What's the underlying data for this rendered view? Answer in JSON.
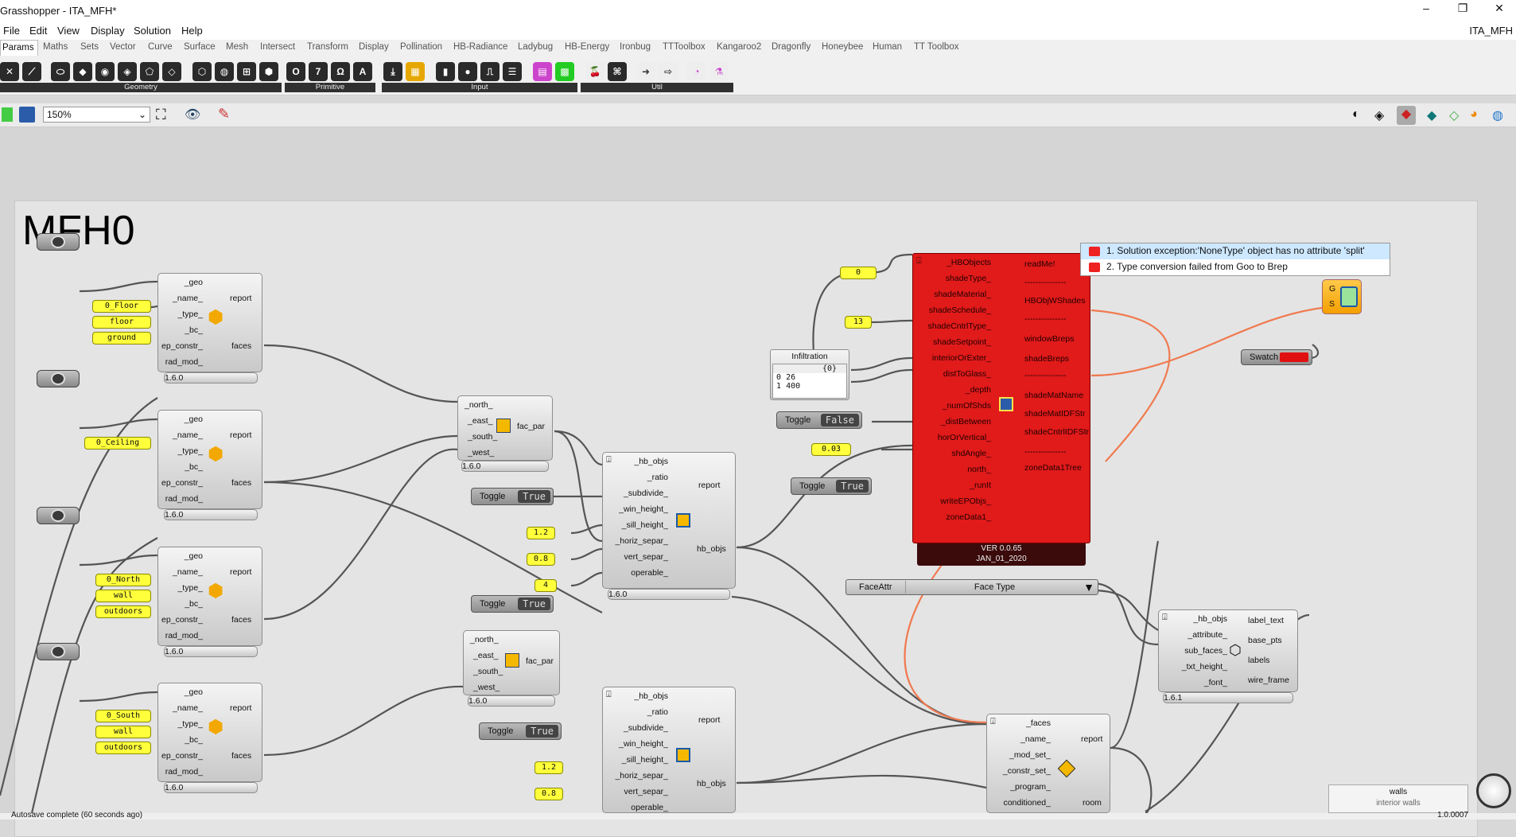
{
  "window": {
    "title": "Grasshopper - ITA_MFH*",
    "doc_name": "ITA_MFH",
    "controls": [
      "–",
      "❐",
      "✕"
    ]
  },
  "menu": [
    "File",
    "Edit",
    "View",
    "Display",
    "Solution",
    "Help"
  ],
  "tabs": [
    "Params",
    "Maths",
    "Sets",
    "Vector",
    "Curve",
    "Surface",
    "Mesh",
    "Intersect",
    "Transform",
    "Display",
    "Pollination",
    "HB-Radiance",
    "Ladybug",
    "HB-Energy",
    "Ironbug",
    "TTToolbox",
    "Kangaroo2",
    "Dragonfly",
    "Honeybee",
    "Human",
    "TT Toolbox"
  ],
  "ribbon_groups": [
    "Geometry",
    "Primitive",
    "Input",
    "Util"
  ],
  "zoom": "150%",
  "group_title": "MFH0",
  "face_comps": [
    {
      "inputs": [
        "_geo",
        "_name_",
        "_type_",
        "_bc_",
        "ep_constr_",
        "rad_mod_"
      ],
      "outputs": [
        "report",
        "faces"
      ],
      "ver": "1.6.0",
      "panels": [
        "0_Floor",
        "floor",
        "ground"
      ]
    },
    {
      "inputs": [
        "_geo",
        "_name_",
        "_type_",
        "_bc_",
        "ep_constr_",
        "rad_mod_"
      ],
      "outputs": [
        "report",
        "faces"
      ],
      "ver": "1.6.0",
      "panels": [
        "0_Ceiling"
      ]
    },
    {
      "inputs": [
        "_geo",
        "_name_",
        "_type_",
        "_bc_",
        "ep_constr_",
        "rad_mod_"
      ],
      "outputs": [
        "report",
        "faces"
      ],
      "ver": "1.6.0",
      "panels": [
        "0_North",
        "wall",
        "outdoors"
      ]
    },
    {
      "inputs": [
        "_geo",
        "_name_",
        "_type_",
        "_bc_",
        "ep_constr_",
        "rad_mod_"
      ],
      "outputs": [
        "report",
        "faces"
      ],
      "ver": "1.6.0",
      "panels": [
        "0_South",
        "wall",
        "outdoors"
      ]
    }
  ],
  "facpar": {
    "inputs": [
      "_north_",
      "_east_",
      "_south_",
      "_west_"
    ],
    "output": "fac_par",
    "ver": "1.6.0"
  },
  "aperture": {
    "inputs": [
      "_hb_objs",
      "_ratio",
      "_subdivide_",
      "_win_height_",
      "_sill_height_",
      "_horiz_separ_",
      "vert_separ_",
      "operable_"
    ],
    "outputs": [
      "report",
      "hb_objs"
    ],
    "ver": "1.6.0"
  },
  "aperture2_inputs": [
    "_hb_objs",
    "_ratio",
    "_subdivide_",
    "_win_height_",
    "_sill_height_",
    "_horiz_separ_",
    "vert_separ_",
    "operable_"
  ],
  "toggles": {
    "label": "Toggle",
    "true": "True",
    "false": "False"
  },
  "num_panels": {
    "a": "1.2",
    "b": "0.8",
    "c": "4",
    "d": "0",
    "e": "13",
    "f": "0.03",
    "g": "1.2",
    "h": "0.8"
  },
  "infiltration": {
    "title": "Infiltration",
    "header": "{0}",
    "rows": [
      {
        "i": "0",
        "v": "26"
      },
      {
        "i": "1",
        "v": "400"
      }
    ]
  },
  "shade": {
    "inputs": [
      "_HBObjects",
      "shadeType_",
      "shadeMaterial_",
      "shadeSchedule_",
      "shadeCntrlType_",
      "shadeSetpoint_",
      "interiorOrExter_",
      "distToGlass_",
      "_depth",
      "_numOfShds",
      "_distBetween",
      "horOrVertical_",
      "shdAngle_",
      "north_",
      "_runIt",
      "writeEPObjs_",
      "zoneData1_"
    ],
    "outputs": [
      "readMe!",
      "---------------",
      "HBObjWShades",
      "---------------",
      "windowBreps",
      "shadeBreps",
      "---------------",
      "shadeMatName",
      "shadeMatIDFStr",
      "shadeCntrlIDFStr",
      "---------------",
      "zoneData1Tree"
    ],
    "ver": "VER 0.0.65",
    "date": "JAN_01_2020"
  },
  "errors": [
    "1. Solution exception:'NoneType' object has no attribute 'split'",
    "2. Type conversion failed from Goo to Brep"
  ],
  "preview": {
    "inputs": [
      "G",
      "S"
    ]
  },
  "swatch": "Swatch",
  "faceattr": {
    "label": "FaceAttr",
    "value": "Face Type"
  },
  "label_comp": {
    "inputs": [
      "_hb_objs",
      "_attribute_",
      "sub_faces_",
      "_txt_height_",
      "_font_"
    ],
    "outputs": [
      "label_text",
      "base_pts",
      "labels",
      "wire_frame"
    ],
    "ver": "1.6.1"
  },
  "room_comp": {
    "inputs": [
      "_faces",
      "_name_",
      "_mod_set_",
      "_constr_set_",
      "_program_",
      "conditioned_"
    ],
    "outputs": [
      "report",
      "room"
    ]
  },
  "walls_panel": {
    "line1": "walls",
    "line2": "interior walls"
  },
  "status": {
    "left": "Autosave complete (60 seconds ago)",
    "right": "1.0.0007"
  }
}
